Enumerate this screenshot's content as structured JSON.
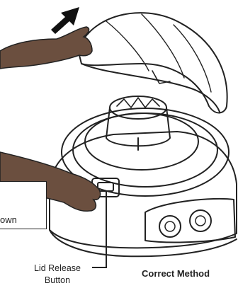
{
  "labels": {
    "push_down": "own",
    "lid_release_line1": "Lid Release",
    "lid_release_line2": "Button",
    "caption": "Correct Method"
  },
  "colors": {
    "line": "#222222",
    "skin": "#6b4f3f",
    "background": "#ffffff"
  },
  "icons": {
    "up_arrow": "arrow-up-right-icon",
    "down_arrow": "arrow-down-icon"
  }
}
